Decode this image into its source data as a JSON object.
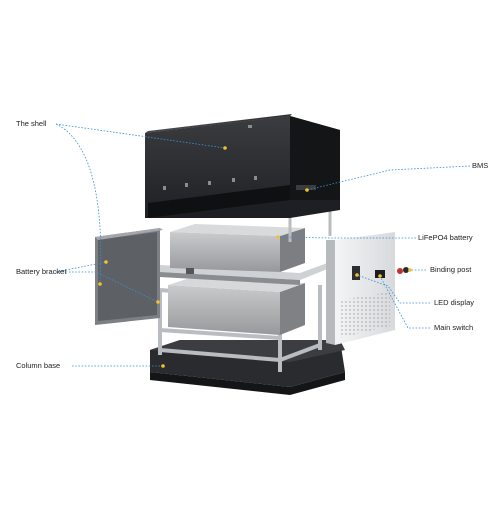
{
  "labels": {
    "shell": "The shell",
    "bms": "BMS",
    "battery_bracket": "Battery bracket",
    "lifepo4": "LiFePO4 battery",
    "binding_post": "Binding post",
    "led_display": "LED display",
    "main_switch": "Main switch",
    "column_base": "Column base"
  },
  "colors": {
    "leader": "#3a8fd6",
    "dot": "#f2c12e",
    "shell": "#26282b",
    "bracket": "#bfc3c7",
    "battery": "#a9abad",
    "panel": "#e9eaec"
  }
}
